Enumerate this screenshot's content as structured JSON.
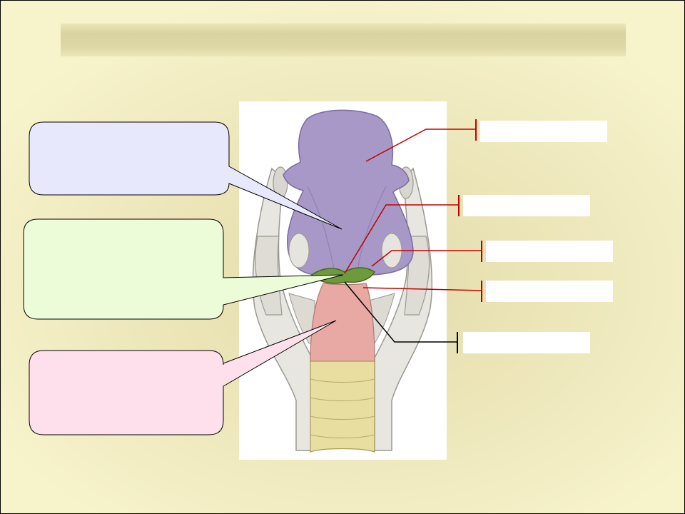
{
  "slide": {
    "title": ""
  },
  "callouts": [
    {
      "id": "upper",
      "text": "",
      "fill": "#e8e8fc"
    },
    {
      "id": "middle",
      "text": "",
      "fill": "#ecfcd8"
    },
    {
      "id": "lower",
      "text": "",
      "fill": "#fde0ec"
    }
  ],
  "labels": [
    {
      "id": "label-1",
      "text": "",
      "line_color": "#c00000"
    },
    {
      "id": "label-2",
      "text": "",
      "line_color": "#c00000"
    },
    {
      "id": "label-3",
      "text": "",
      "line_color": "#c00000"
    },
    {
      "id": "label-4",
      "text": "",
      "line_color": "#c00000"
    },
    {
      "id": "label-5",
      "text": "",
      "line_color": "#000000"
    }
  ],
  "colors": {
    "supraglottic": "#a897c8",
    "glottis": "#6f9a3c",
    "subglottic": "#e8a8a4",
    "trachea": "#e8dea0",
    "tissue": "#e6e4de"
  }
}
